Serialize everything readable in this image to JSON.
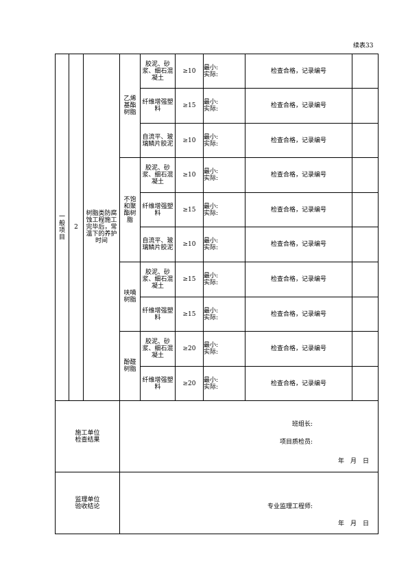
{
  "sheet_label": "续表33",
  "section": "一般项目",
  "item_no": "2",
  "item_desc": "树脂类防腐蚀工程施工完毕后，常温下的养护时间",
  "check_text": "检查合格，记录编号",
  "min_label": "最小:",
  "actual_label": "实际:",
  "groups": [
    {
      "name": "乙烯基酯树脂",
      "rows": [
        {
          "material": "胶泥、砂浆、细石混凝土",
          "req": "≥10"
        },
        {
          "material": "纤维增强塑料",
          "req": "≥15"
        },
        {
          "material": "自流平、玻璃鳞片胶泥",
          "req": "≥10"
        }
      ]
    },
    {
      "name": "不饱和聚酯树脂",
      "rows": [
        {
          "material": "胶泥、砂浆、细石混凝土",
          "req": "≥10"
        },
        {
          "material": "纤维增强塑料",
          "req": "≥15"
        },
        {
          "material": "自流平、玻璃鳞片胶泥",
          "req": "≥10"
        }
      ]
    },
    {
      "name": "呋喃树脂",
      "rows": [
        {
          "material": "胶泥、砂浆、细石混凝土",
          "req": "≥15"
        },
        {
          "material": "纤维增强塑料",
          "req": "≥15"
        }
      ]
    },
    {
      "name": "酚醛树脂",
      "rows": [
        {
          "material": "胶泥、砂浆、细石混凝土",
          "req": "≥20"
        },
        {
          "material": "纤维增强塑料",
          "req": "≥20"
        }
      ]
    }
  ],
  "construction": {
    "label": "施工单位检查结果",
    "team_leader": "班组长:",
    "quality_inspector": "项目质检员:",
    "date": "年　月　日"
  },
  "supervision": {
    "label": "监理单位验收结论",
    "engineer": "专业监理工程师:",
    "date": "年　月　日"
  }
}
